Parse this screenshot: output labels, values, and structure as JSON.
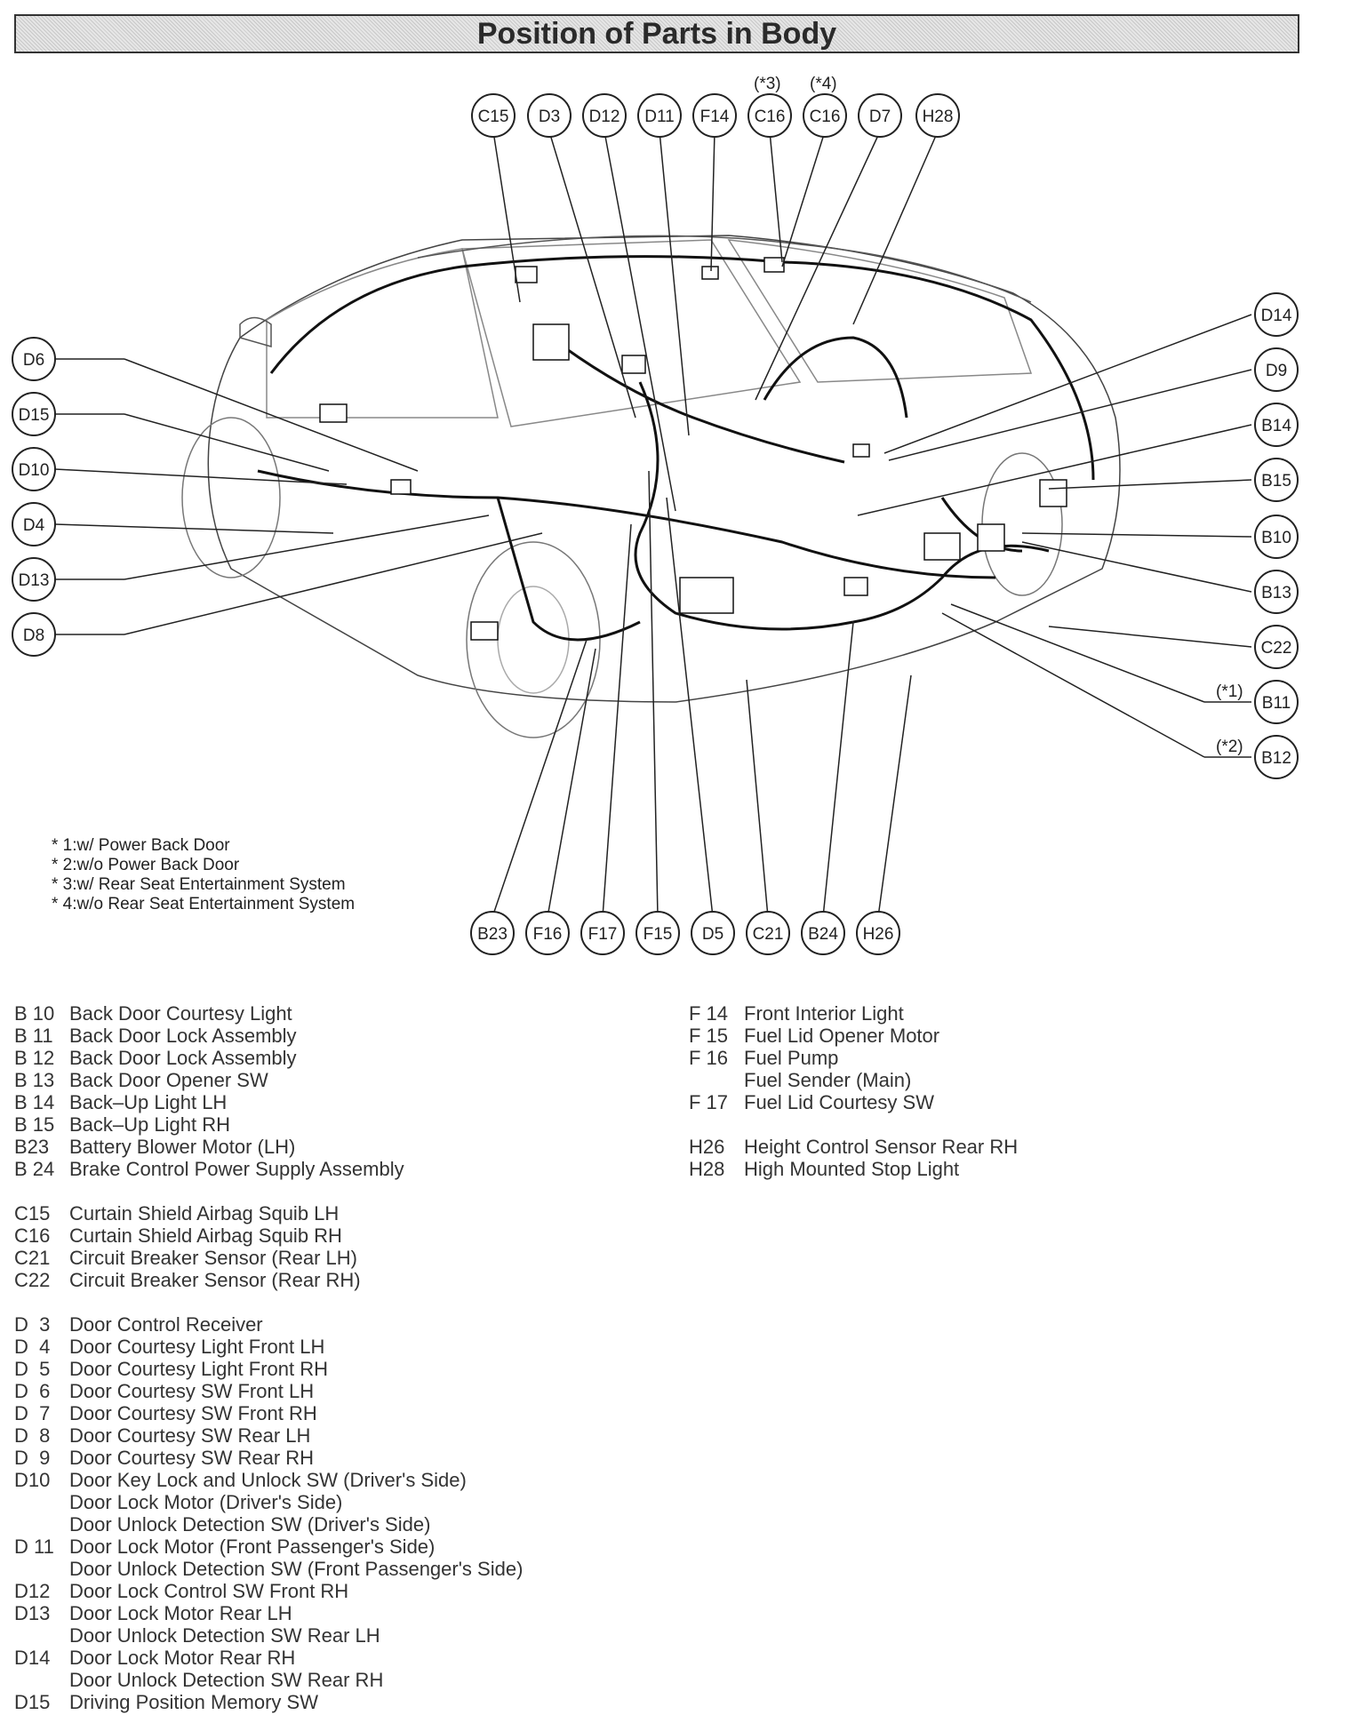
{
  "title": "Position of Parts in Body",
  "top_notes": [
    "(*3)",
    "(*4)"
  ],
  "side_notes": [
    "(*1)",
    "(*2)"
  ],
  "callouts": [
    "C15",
    "D3",
    "D12",
    "D11",
    "F14",
    "C16",
    "C16",
    "D7",
    "H28",
    "D14",
    "D9",
    "B14",
    "B15",
    "B10",
    "B13",
    "C22",
    "B11",
    "B12",
    "D6",
    "D15",
    "D10",
    "D4",
    "D13",
    "D8",
    "B23",
    "F16",
    "F17",
    "F15",
    "D5",
    "C21",
    "B24",
    "H26"
  ],
  "footnotes": [
    "* 1:w/ Power Back Door",
    "* 2:w/o Power Back Door",
    "* 3:w/ Rear Seat Entertainment System",
    "* 4:w/o Rear Seat Entertainment System"
  ],
  "legend_left": [
    {
      "code": "B 10",
      "desc": "Back Door Courtesy Light"
    },
    {
      "code": "B 11",
      "desc": "Back Door Lock Assembly"
    },
    {
      "code": "B 12",
      "desc": "Back Door Lock Assembly"
    },
    {
      "code": "B 13",
      "desc": "Back Door Opener SW"
    },
    {
      "code": "B 14",
      "desc": "Back–Up Light LH"
    },
    {
      "code": "B 15",
      "desc": "Back–Up Light RH"
    },
    {
      "code": "B23",
      "desc": "Battery Blower Motor (LH)"
    },
    {
      "code": "B 24",
      "desc": "Brake Control Power Supply Assembly"
    },
    {
      "code": "",
      "desc": ""
    },
    {
      "code": "C15",
      "desc": "Curtain Shield Airbag Squib LH"
    },
    {
      "code": "C16",
      "desc": "Curtain Shield Airbag Squib RH"
    },
    {
      "code": "C21",
      "desc": "Circuit Breaker Sensor (Rear LH)"
    },
    {
      "code": "C22",
      "desc": "Circuit Breaker Sensor (Rear RH)"
    },
    {
      "code": "",
      "desc": ""
    },
    {
      "code": "D  3",
      "desc": "Door Control Receiver"
    },
    {
      "code": "D  4",
      "desc": "Door Courtesy Light Front LH"
    },
    {
      "code": "D  5",
      "desc": "Door Courtesy Light Front RH"
    },
    {
      "code": "D  6",
      "desc": "Door Courtesy SW Front LH"
    },
    {
      "code": "D  7",
      "desc": "Door Courtesy SW Front RH"
    },
    {
      "code": "D  8",
      "desc": "Door Courtesy SW Rear LH"
    },
    {
      "code": "D  9",
      "desc": "Door Courtesy SW Rear RH"
    },
    {
      "code": "D10",
      "desc": "Door Key Lock and Unlock SW (Driver's Side)"
    },
    {
      "code": "",
      "desc": "Door Lock Motor (Driver's Side)"
    },
    {
      "code": "",
      "desc": "Door Unlock Detection SW (Driver's Side)"
    },
    {
      "code": "D 11",
      "desc": "Door Lock Motor (Front Passenger's Side)"
    },
    {
      "code": "",
      "desc": "Door Unlock Detection SW (Front Passenger's Side)"
    },
    {
      "code": "D12",
      "desc": "Door Lock Control SW Front RH"
    },
    {
      "code": "D13",
      "desc": "Door Lock Motor Rear LH"
    },
    {
      "code": "",
      "desc": "Door Unlock Detection SW Rear LH"
    },
    {
      "code": "D14",
      "desc": "Door Lock Motor Rear RH"
    },
    {
      "code": "",
      "desc": "Door Unlock Detection SW Rear RH"
    },
    {
      "code": "D15",
      "desc": "Driving Position Memory SW"
    }
  ],
  "legend_right": [
    {
      "code": "F 14",
      "desc": "Front Interior Light"
    },
    {
      "code": "F 15",
      "desc": "Fuel Lid Opener Motor"
    },
    {
      "code": "F 16",
      "desc": "Fuel Pump"
    },
    {
      "code": "",
      "desc": "Fuel Sender (Main)"
    },
    {
      "code": "F 17",
      "desc": "Fuel Lid Courtesy SW"
    },
    {
      "code": "",
      "desc": ""
    },
    {
      "code": "H26",
      "desc": "Height Control Sensor Rear RH"
    },
    {
      "code": "H28",
      "desc": "High Mounted Stop Light"
    }
  ]
}
